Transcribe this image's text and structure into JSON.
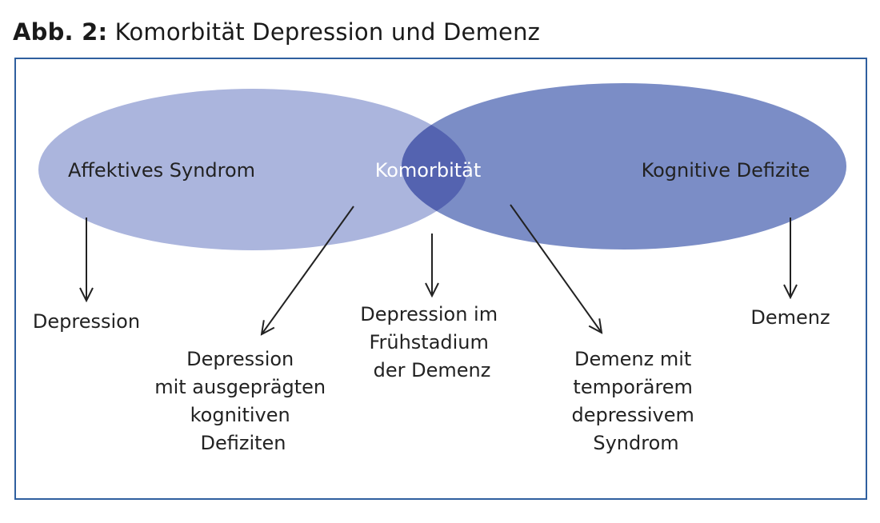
{
  "figure": {
    "label": "Abb. 2:",
    "title": "Komorbität Depression und Demenz"
  },
  "colors": {
    "frame": "#2f5f9f",
    "ellipse_left": "#abb5dd",
    "ellipse_right": "#7b8dc6",
    "overlap": "#5463b0",
    "arrow": "#222222"
  },
  "regions": {
    "left": "Affektives Syndrom",
    "center": "Komorbität",
    "right": "Kognitive Defizite"
  },
  "outcomes": {
    "depression": "Depression",
    "depression_cognitive": [
      "Depression",
      "mit ausgeprägten",
      "kognitiven",
      "Defiziten"
    ],
    "early_stage": [
      "Depression im",
      "Frühstadium",
      "der Demenz"
    ],
    "dementia_depressive": [
      "Demenz mit",
      "temporärem",
      "depressivem",
      "Syndrom"
    ],
    "dementia": "Demenz"
  }
}
